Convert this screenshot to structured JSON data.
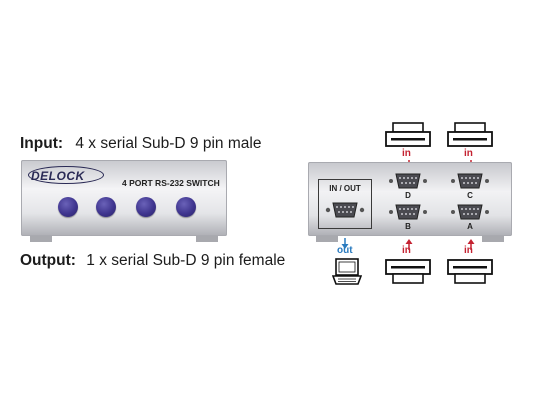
{
  "specs": {
    "input_label": "Input:",
    "input_text": "4 x serial Sub-D 9 pin male",
    "output_label": "Output:",
    "output_text": "1 x serial Sub-D 9 pin female"
  },
  "front_device": {
    "brand": "DELOCK",
    "model": "4 PORT RS-232 SWITCH",
    "buttons_count": 4
  },
  "rear_device": {
    "panel_label": "IN / OUT",
    "ports": [
      "D",
      "C",
      "B",
      "A"
    ]
  },
  "annotations": {
    "in_label": "in",
    "out_label": "out"
  },
  "colors": {
    "in_arrow": "#c42231",
    "out_arrow": "#2a7bbf",
    "button": "#3f358f",
    "logo": "#2a2a55"
  },
  "icons": [
    "connector-plug-icon",
    "laptop-icon",
    "db9-port-icon",
    "arrow-down-icon",
    "arrow-up-icon"
  ]
}
